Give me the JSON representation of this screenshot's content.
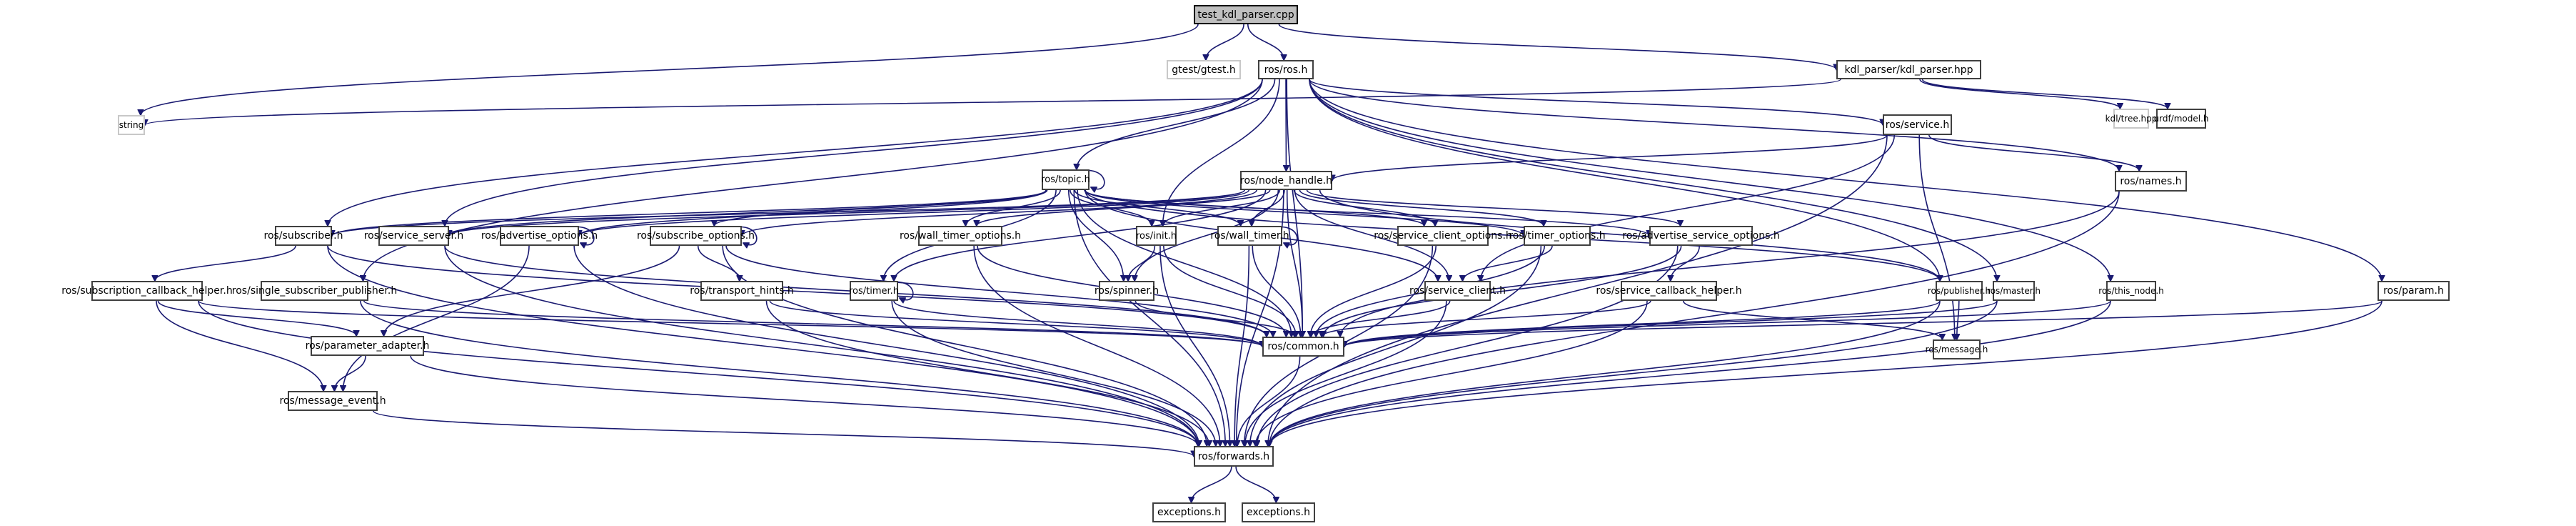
{
  "graph": {
    "title": "test_kdl_parser.cpp include dependency graph",
    "colors": {
      "edge": "#191970",
      "root_fill": "#bfbfbf",
      "node_border": "#404040",
      "external_border": "#c8c8c8"
    },
    "nodes": [
      {
        "id": "test_kdl_parser_cpp",
        "label": "test_kdl_parser.cpp",
        "kind": "root"
      },
      {
        "id": "gtest_gtest_h",
        "label": "gtest/gtest.h",
        "kind": "external"
      },
      {
        "id": "ros_ros_h",
        "label": "ros/ros.h",
        "kind": "file"
      },
      {
        "id": "kdl_parser_hpp",
        "label": "kdl_parser/kdl_parser.hpp",
        "kind": "file"
      },
      {
        "id": "string",
        "label": "string",
        "kind": "external"
      },
      {
        "id": "kdl_tree_hpp",
        "label": "kdl/tree.hpp",
        "kind": "external"
      },
      {
        "id": "urdf_model_h",
        "label": "urdf/model.h",
        "kind": "file"
      },
      {
        "id": "ros_service_h",
        "label": "ros/service.h",
        "kind": "file"
      },
      {
        "id": "ros_names_h",
        "label": "ros/names.h",
        "kind": "file"
      },
      {
        "id": "ros_topic_h",
        "label": "ros/topic.h",
        "kind": "file"
      },
      {
        "id": "ros_node_handle_h",
        "label": "ros/node_handle.h",
        "kind": "file"
      },
      {
        "id": "ros_subscriber_h",
        "label": "ros/subscriber.h",
        "kind": "file"
      },
      {
        "id": "ros_service_server_h",
        "label": "ros/service_server.h",
        "kind": "file"
      },
      {
        "id": "ros_advertise_options_h",
        "label": "ros/advertise_options.h",
        "kind": "file"
      },
      {
        "id": "ros_subscribe_options_h",
        "label": "ros/subscribe_options.h",
        "kind": "file"
      },
      {
        "id": "ros_wall_timer_options_h",
        "label": "ros/wall_timer_options.h",
        "kind": "file"
      },
      {
        "id": "ros_init_h",
        "label": "ros/init.h",
        "kind": "file"
      },
      {
        "id": "ros_wall_timer_h",
        "label": "ros/wall_timer.h",
        "kind": "file"
      },
      {
        "id": "ros_service_client_options_h",
        "label": "ros/service_client_options.h",
        "kind": "file"
      },
      {
        "id": "ros_timer_options_h",
        "label": "ros/timer_options.h",
        "kind": "file"
      },
      {
        "id": "ros_advertise_service_options_h",
        "label": "ros/advertise_service_options.h",
        "kind": "file"
      },
      {
        "id": "ros_subscription_callback_helper_h",
        "label": "ros/subscription_callback_helper.h",
        "kind": "file"
      },
      {
        "id": "ros_single_subscriber_publisher_h",
        "label": "ros/single_subscriber_publisher.h",
        "kind": "file"
      },
      {
        "id": "ros_transport_hints_h",
        "label": "ros/transport_hints.h",
        "kind": "file"
      },
      {
        "id": "ros_timer_h",
        "label": "ros/timer.h",
        "kind": "file"
      },
      {
        "id": "ros_spinner_h",
        "label": "ros/spinner.h",
        "kind": "file"
      },
      {
        "id": "ros_service_client_h",
        "label": "ros/service_client.h",
        "kind": "file"
      },
      {
        "id": "ros_service_callback_helper_h",
        "label": "ros/service_callback_helper.h",
        "kind": "file"
      },
      {
        "id": "ros_publisher_h",
        "label": "ros/publisher.h",
        "kind": "file"
      },
      {
        "id": "ros_master_h",
        "label": "ros/master.h",
        "kind": "file"
      },
      {
        "id": "ros_this_node_h",
        "label": "ros/this_node.h",
        "kind": "file"
      },
      {
        "id": "ros_param_h",
        "label": "ros/param.h",
        "kind": "file"
      },
      {
        "id": "ros_parameter_adapter_h",
        "label": "ros/parameter_adapter.h",
        "kind": "file"
      },
      {
        "id": "ros_common_h",
        "label": "ros/common.h",
        "kind": "file"
      },
      {
        "id": "ros_message_h",
        "label": "ros/message.h",
        "kind": "file"
      },
      {
        "id": "ros_message_event_h",
        "label": "ros/message_event.h",
        "kind": "file"
      },
      {
        "id": "ros_forwards_h",
        "label": "ros/forwards.h",
        "kind": "file"
      },
      {
        "id": "exceptions_h_1",
        "label": "exceptions.h",
        "kind": "file"
      },
      {
        "id": "exceptions_h_2",
        "label": "exceptions.h",
        "kind": "file"
      }
    ],
    "edges": [
      [
        "test_kdl_parser_cpp",
        "gtest_gtest_h"
      ],
      [
        "test_kdl_parser_cpp",
        "ros_ros_h"
      ],
      [
        "test_kdl_parser_cpp",
        "kdl_parser_hpp"
      ],
      [
        "test_kdl_parser_cpp",
        "string"
      ],
      [
        "kdl_parser_hpp",
        "string"
      ],
      [
        "kdl_parser_hpp",
        "kdl_tree_hpp"
      ],
      [
        "kdl_parser_hpp",
        "urdf_model_h"
      ],
      [
        "ros_ros_h",
        "ros_service_h"
      ],
      [
        "ros_ros_h",
        "ros_names_h"
      ],
      [
        "ros_ros_h",
        "ros_topic_h"
      ],
      [
        "ros_ros_h",
        "ros_node_handle_h"
      ],
      [
        "ros_ros_h",
        "ros_subscriber_h"
      ],
      [
        "ros_ros_h",
        "ros_service_server_h"
      ],
      [
        "ros_ros_h",
        "ros_single_subscriber_publisher_h"
      ],
      [
        "ros_ros_h",
        "ros_init_h"
      ],
      [
        "ros_ros_h",
        "ros_publisher_h"
      ],
      [
        "ros_ros_h",
        "ros_master_h"
      ],
      [
        "ros_ros_h",
        "ros_this_node_h"
      ],
      [
        "ros_ros_h",
        "ros_param_h"
      ],
      [
        "ros_ros_h",
        "ros_common_h"
      ],
      [
        "ros_service_h",
        "ros_node_handle_h"
      ],
      [
        "ros_service_h",
        "ros_names_h"
      ],
      [
        "ros_service_h",
        "ros_service_client_h"
      ],
      [
        "ros_service_h",
        "ros_message_h"
      ],
      [
        "ros_service_h",
        "ros_forwards_h"
      ],
      [
        "ros_names_h",
        "ros_common_h"
      ],
      [
        "ros_names_h",
        "ros_forwards_h"
      ],
      [
        "ros_topic_h",
        "ros_topic_h"
      ],
      [
        "ros_topic_h",
        "ros_subscriber_h"
      ],
      [
        "ros_topic_h",
        "ros_service_server_h"
      ],
      [
        "ros_topic_h",
        "ros_advertise_options_h"
      ],
      [
        "ros_topic_h",
        "ros_subscribe_options_h"
      ],
      [
        "ros_topic_h",
        "ros_wall_timer_options_h"
      ],
      [
        "ros_topic_h",
        "ros_init_h"
      ],
      [
        "ros_topic_h",
        "ros_wall_timer_h"
      ],
      [
        "ros_topic_h",
        "ros_service_client_options_h"
      ],
      [
        "ros_topic_h",
        "ros_timer_options_h"
      ],
      [
        "ros_topic_h",
        "ros_advertise_service_options_h"
      ],
      [
        "ros_topic_h",
        "ros_timer_h"
      ],
      [
        "ros_topic_h",
        "ros_spinner_h"
      ],
      [
        "ros_topic_h",
        "ros_service_client_h"
      ],
      [
        "ros_topic_h",
        "ros_publisher_h"
      ],
      [
        "ros_topic_h",
        "ros_common_h"
      ],
      [
        "ros_topic_h",
        "ros_forwards_h"
      ],
      [
        "ros_node_handle_h",
        "ros_subscriber_h"
      ],
      [
        "ros_node_handle_h",
        "ros_service_server_h"
      ],
      [
        "ros_node_handle_h",
        "ros_advertise_options_h"
      ],
      [
        "ros_node_handle_h",
        "ros_subscribe_options_h"
      ],
      [
        "ros_node_handle_h",
        "ros_wall_timer_options_h"
      ],
      [
        "ros_node_handle_h",
        "ros_init_h"
      ],
      [
        "ros_node_handle_h",
        "ros_wall_timer_h"
      ],
      [
        "ros_node_handle_h",
        "ros_service_client_options_h"
      ],
      [
        "ros_node_handle_h",
        "ros_timer_options_h"
      ],
      [
        "ros_node_handle_h",
        "ros_advertise_service_options_h"
      ],
      [
        "ros_node_handle_h",
        "ros_timer_h"
      ],
      [
        "ros_node_handle_h",
        "ros_spinner_h"
      ],
      [
        "ros_node_handle_h",
        "ros_service_client_h"
      ],
      [
        "ros_node_handle_h",
        "ros_publisher_h"
      ],
      [
        "ros_node_handle_h",
        "ros_common_h"
      ],
      [
        "ros_node_handle_h",
        "ros_forwards_h"
      ],
      [
        "ros_subscriber_h",
        "ros_subscription_callback_helper_h"
      ],
      [
        "ros_subscriber_h",
        "ros_common_h"
      ],
      [
        "ros_subscriber_h",
        "ros_forwards_h"
      ],
      [
        "ros_service_server_h",
        "ros_common_h"
      ],
      [
        "ros_service_server_h",
        "ros_forwards_h"
      ],
      [
        "ros_advertise_options_h",
        "ros_advertise_options_h"
      ],
      [
        "ros_advertise_options_h",
        "ros_forwards_h"
      ],
      [
        "ros_advertise_options_h",
        "ros_message_event_h"
      ],
      [
        "ros_subscribe_options_h",
        "ros_subscribe_options_h"
      ],
      [
        "ros_subscribe_options_h",
        "ros_transport_hints_h"
      ],
      [
        "ros_subscribe_options_h",
        "ros_parameter_adapter_h"
      ],
      [
        "ros_subscribe_options_h",
        "ros_common_h"
      ],
      [
        "ros_subscribe_options_h",
        "ros_forwards_h"
      ],
      [
        "ros_wall_timer_options_h",
        "ros_common_h"
      ],
      [
        "ros_wall_timer_options_h",
        "ros_forwards_h"
      ],
      [
        "ros_init_h",
        "ros_spinner_h"
      ],
      [
        "ros_init_h",
        "ros_common_h"
      ],
      [
        "ros_init_h",
        "ros_forwards_h"
      ],
      [
        "ros_wall_timer_h",
        "ros_wall_timer_h"
      ],
      [
        "ros_wall_timer_h",
        "ros_common_h"
      ],
      [
        "ros_wall_timer_h",
        "ros_forwards_h"
      ],
      [
        "ros_service_client_options_h",
        "ros_common_h"
      ],
      [
        "ros_service_client_options_h",
        "ros_forwards_h"
      ],
      [
        "ros_timer_options_h",
        "ros_service_client_h"
      ],
      [
        "ros_timer_options_h",
        "ros_common_h"
      ],
      [
        "ros_timer_options_h",
        "ros_forwards_h"
      ],
      [
        "ros_advertise_service_options_h",
        "ros_service_callback_helper_h"
      ],
      [
        "ros_advertise_service_options_h",
        "ros_common_h"
      ],
      [
        "ros_advertise_service_options_h",
        "ros_forwards_h"
      ],
      [
        "ros_subscription_callback_helper_h",
        "ros_parameter_adapter_h"
      ],
      [
        "ros_subscription_callback_helper_h",
        "ros_message_event_h"
      ],
      [
        "ros_subscription_callback_helper_h",
        "ros_common_h"
      ],
      [
        "ros_subscription_callback_helper_h",
        "ros_forwards_h"
      ],
      [
        "ros_single_subscriber_publisher_h",
        "ros_common_h"
      ],
      [
        "ros_single_subscriber_publisher_h",
        "ros_forwards_h"
      ],
      [
        "ros_transport_hints_h",
        "ros_common_h"
      ],
      [
        "ros_transport_hints_h",
        "ros_forwards_h"
      ],
      [
        "ros_timer_h",
        "ros_timer_h"
      ],
      [
        "ros_timer_h",
        "ros_common_h"
      ],
      [
        "ros_timer_h",
        "ros_forwards_h"
      ],
      [
        "ros_spinner_h",
        "ros_common_h"
      ],
      [
        "ros_service_client_h",
        "ros_common_h"
      ],
      [
        "ros_service_client_h",
        "ros_forwards_h"
      ],
      [
        "ros_service_callback_helper_h",
        "ros_message_h"
      ],
      [
        "ros_service_callback_helper_h",
        "ros_common_h"
      ],
      [
        "ros_service_callback_helper_h",
        "ros_forwards_h"
      ],
      [
        "ros_publisher_h",
        "ros_message_h"
      ],
      [
        "ros_publisher_h",
        "ros_common_h"
      ],
      [
        "ros_publisher_h",
        "ros_forwards_h"
      ],
      [
        "ros_master_h",
        "ros_common_h"
      ],
      [
        "ros_master_h",
        "ros_forwards_h"
      ],
      [
        "ros_this_node_h",
        "ros_common_h"
      ],
      [
        "ros_this_node_h",
        "ros_forwards_h"
      ],
      [
        "ros_param_h",
        "ros_common_h"
      ],
      [
        "ros_param_h",
        "ros_forwards_h"
      ],
      [
        "ros_parameter_adapter_h",
        "ros_message_event_h"
      ],
      [
        "ros_parameter_adapter_h",
        "ros_forwards_h"
      ],
      [
        "ros_message_event_h",
        "ros_forwards_h"
      ],
      [
        "ros_common_h",
        "ros_forwards_h"
      ],
      [
        "ros_forwards_h",
        "exceptions_h_1"
      ],
      [
        "ros_forwards_h",
        "exceptions_h_2"
      ]
    ]
  }
}
